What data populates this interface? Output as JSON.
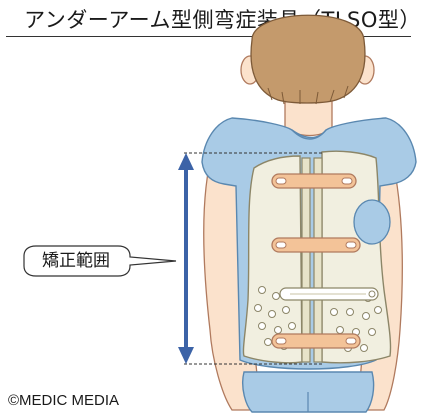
{
  "title": "アンダーアーム型側弯症装具（TLSO型）",
  "callout_label": "矯正範囲",
  "copyright": "©MEDIC MEDIA",
  "colors": {
    "skin": "#fbe2cc",
    "skin_outline": "#b07a5e",
    "hair": "#c49a6c",
    "shirt": "#a9cbe6",
    "shirt_outline": "#5a88b0",
    "brace_shell": "#f1efe0",
    "strap": "#f3c398",
    "arrow": "#3c63a7"
  }
}
